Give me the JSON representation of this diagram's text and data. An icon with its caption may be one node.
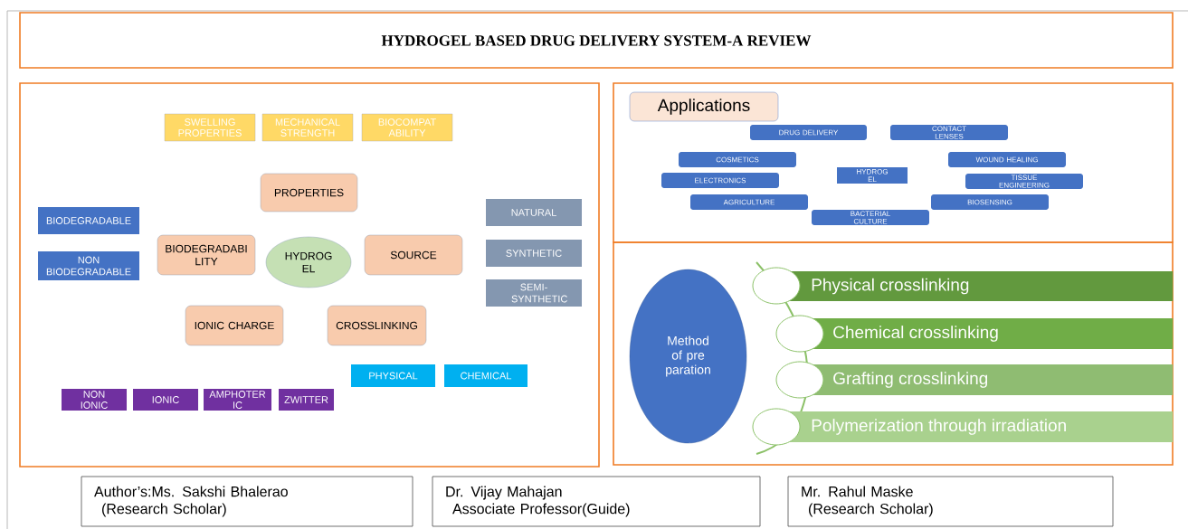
{
  "diagram": {
    "title": "HYDROGEL BASED DRUG DELIVERY SYSTEM-A REVIEW",
    "nodes": [
      {
        "text": [],
        "shape": "box"
      },
      {
        "text": [
          "SWELLING PROPERTIES"
        ],
        "in": 0
      },
      {
        "text": [
          "MECHANICAL STRENGTH"
        ],
        "in": 0
      },
      {
        "text": [
          "BIOCOMPAT ABILITY"
        ],
        "in": 0
      },
      {
        "text": [
          "PROPERTIES"
        ],
        "in": 0
      },
      {
        "text": [
          "BIODEGRADABLE"
        ],
        "in": 0
      },
      {
        "text": [
          "NON BIODEGRADABLE"
        ],
        "in": 0
      },
      {
        "text": [
          "BIODEGRADABI LITY"
        ],
        "in": 0
      },
      {
        "text": [
          "HYDROG EL"
        ],
        "in": 0
      },
      {
        "text": [
          "SOURCE"
        ],
        "in": 0
      },
      {
        "text": [
          "NATURAL"
        ],
        "in": 0
      },
      {
        "text": [
          "SYNTHETIC"
        ],
        "in": 0
      },
      {
        "text": [
          "SEMI- SYNTHETIC"
        ],
        "in": 0
      },
      {
        "text": [
          "IONIC CHARGE"
        ],
        "in": 0
      },
      {
        "text": [
          "CROSSLINKING"
        ],
        "in": 0
      },
      {
        "text": [
          "PHYSICAL"
        ],
        "in": 0
      },
      {
        "text": [
          "CHEMICAL"
        ],
        "in": 0
      },
      {
        "text": [
          "NON IONIC"
        ],
        "in": 0
      },
      {
        "text": [
          "IONIC"
        ],
        "in": 0
      },
      {
        "text": [
          "AMPHOTER IC"
        ],
        "in": 0
      },
      {
        "text": [
          "ZWITTER"
        ],
        "in": 0
      },
      {
        "text": [],
        "shape": "box"
      },
      {
        "text": [
          "Applications"
        ],
        "in": 21
      },
      {
        "text": [
          "DRUG DELIVERY"
        ],
        "in": 21
      },
      {
        "text": [
          "CONTACT LENSES"
        ],
        "in": 21
      },
      {
        "text": [
          "COSMETICS"
        ],
        "in": 21
      },
      {
        "text": [
          "WOUND HEALING"
        ],
        "in": 21
      },
      {
        "text": [
          "ELECTRONICS"
        ],
        "in": 21
      },
      {
        "text": [
          "HYDROG EL"
        ],
        "in": 21
      },
      {
        "text": [
          "TISSUE ENGINEERING"
        ],
        "in": 21
      },
      {
        "text": [
          "AGRICULTURE"
        ],
        "in": 21
      },
      {
        "text": [
          "BIOSENSING"
        ],
        "in": 21
      },
      {
        "text": [
          "BACTERIAL CULTURE"
        ],
        "in": 21
      },
      {
        "text": [],
        "shape": "box"
      },
      {
        "text": [
          "Method of pre paration"
        ],
        "in": 33
      },
      {
        "text": [
          "Physical crosslinking"
        ],
        "in": 33
      },
      {
        "text": [
          "Chemical crosslinking"
        ],
        "in": 33
      },
      {
        "text": [
          "Grafting crosslinking"
        ],
        "in": 33
      },
      {
        "text": [
          "Polymerization through irradiation"
        ],
        "in": 33
      },
      {
        "text": [
          "Author’s:Ms. Sakshi Bhalerao",
          "(Research Scholar)"
        ]
      },
      {
        "text": [
          "Dr. Vijay Mahajan",
          "Associate Professor(Guide)"
        ]
      },
      {
        "text": [
          "Mr. Rahul Maske",
          "(Research Scholar)"
        ]
      }
    ]
  }
}
